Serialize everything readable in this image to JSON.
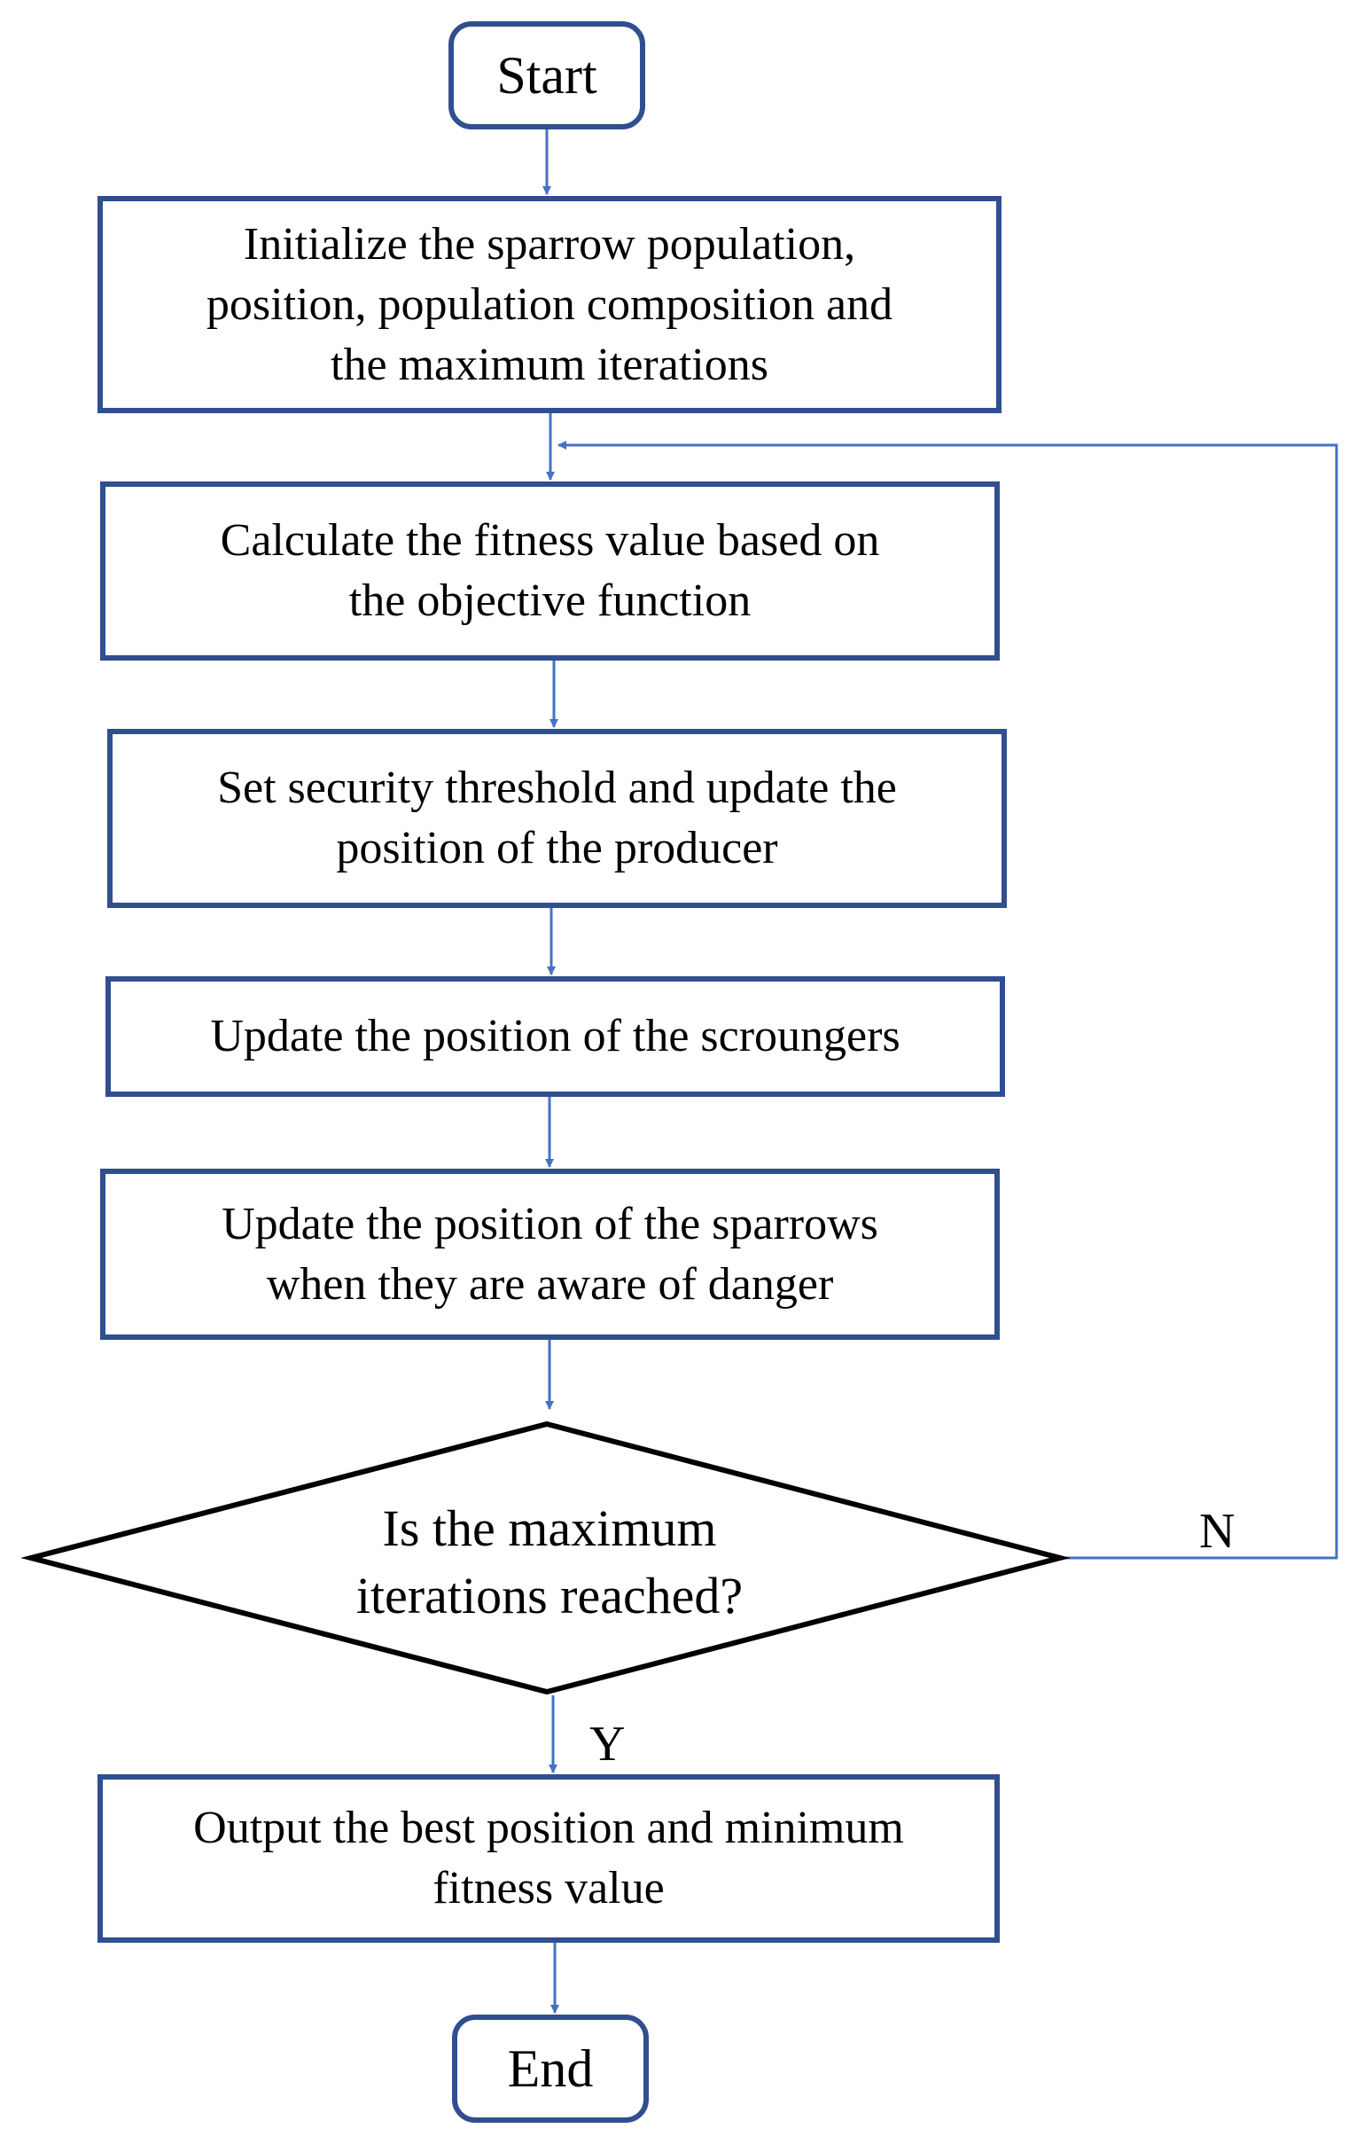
{
  "colors": {
    "box_border": "#2f4f8f",
    "arrow": "#4472c4",
    "decision_border": "#000000",
    "text": "#000000"
  },
  "flowchart": {
    "start": "Start",
    "step1": [
      "Initialize the sparrow population,",
      "position, population composition and",
      "the maximum iterations"
    ],
    "step2": [
      "Calculate the fitness value based on",
      "the objective function"
    ],
    "step3": [
      "Set security threshold and update the",
      "position of the producer"
    ],
    "step4": [
      "Update the position of the scroungers"
    ],
    "step5": [
      "Update the position of the sparrows",
      "when they are aware of danger"
    ],
    "decision": [
      "Is the maximum",
      "iterations reached?"
    ],
    "no_label": "N",
    "yes_label": "Y",
    "step6": [
      "Output the best position and minimum",
      "fitness value"
    ],
    "end": "End"
  }
}
